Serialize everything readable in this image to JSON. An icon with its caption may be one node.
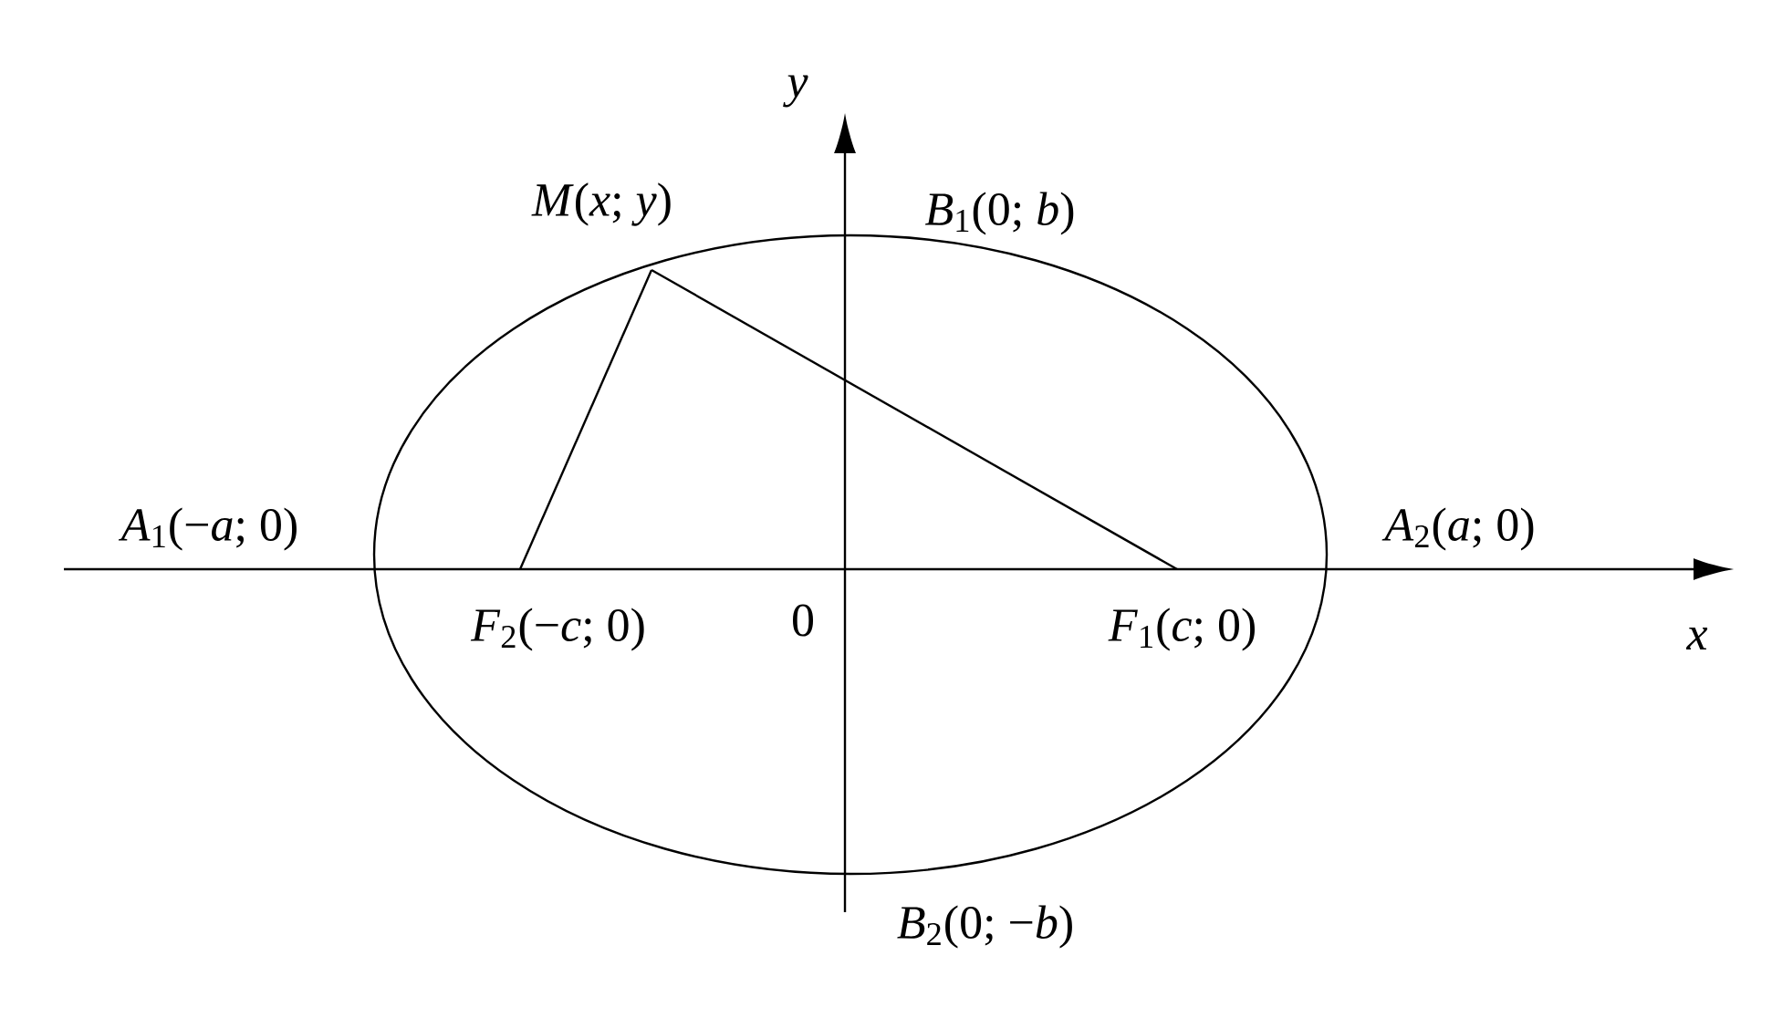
{
  "diagram": {
    "labels": [
      "*y*",
      "*M*(*x*; *y*)",
      "*B*$_{1}$(0; *b*)",
      "*A*$_{1}$(−*a*; 0)",
      "*A*$_{2}$(*a*; 0)",
      "*F*$_{2}$(−*c*; 0)",
      "0",
      "*F*$_{1}$(*c*; 0)",
      "*x*",
      "*B*$_{2}$(0; −*b*)"
    ]
  }
}
